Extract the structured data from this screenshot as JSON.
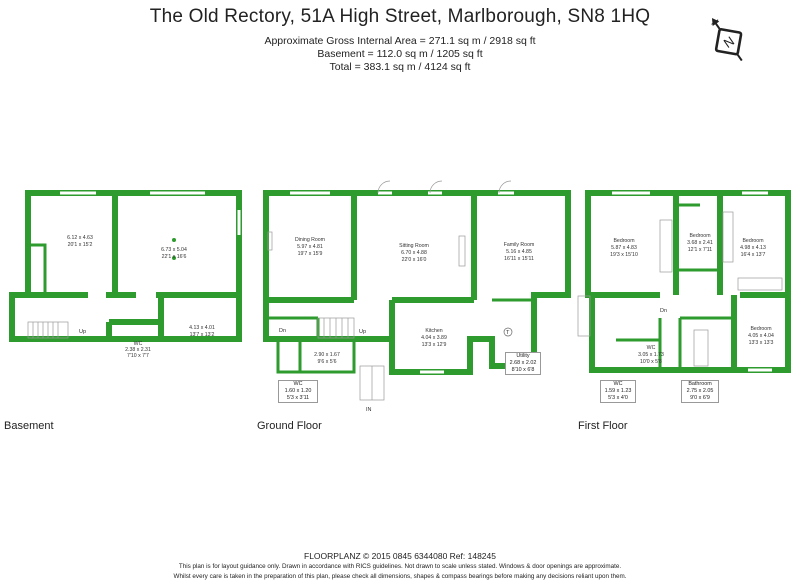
{
  "title": "The Old Rectory, 51A High Street, Marlborough, SN8 1HQ",
  "areas": {
    "gross": "Approximate Gross Internal Area = 271.1 sq m / 2918 sq ft",
    "basement": "Basement = 112.0 sq m / 1205 sq ft",
    "total": "Total = 383.1 sq m / 4124 sq ft"
  },
  "compass": {
    "letter": "N",
    "color": "#222222"
  },
  "floors": {
    "basement": "Basement",
    "ground": "Ground Floor",
    "first": "First Floor"
  },
  "colors": {
    "wall": "#2e9b2e"
  },
  "basement_rooms": {
    "r1": {
      "dims": "6.12 x 4.63",
      "imp": "20'1 x 15'2"
    },
    "r2": {
      "dims": "6.73 x 5.04",
      "imp": "22'1 x 16'6"
    },
    "r3": {
      "dims": "4.13 x 4.01",
      "imp": "13'7 x 13'2"
    },
    "wc": {
      "name": "WC",
      "dims": "2.38 x 2.31",
      "imp": "7'10 x 7'7"
    },
    "up": "Up"
  },
  "ground_rooms": {
    "dining": {
      "name": "Dining Room",
      "dims": "5.97 x 4.81",
      "imp": "19'7 x 15'9"
    },
    "sitting": {
      "name": "Sitting Room",
      "dims": "6.70 x 4.88",
      "imp": "22'0 x 16'0"
    },
    "family": {
      "name": "Family Room",
      "dims": "5.16 x 4.85",
      "imp": "16'11 x 15'11"
    },
    "kitchen": {
      "name": "Kitchen",
      "dims": "4.04 x 3.89",
      "imp": "13'3 x 12'9"
    },
    "hall": {
      "dims": "2.90 x 1.67",
      "imp": "9'6 x 5'6"
    },
    "wc": {
      "name": "WC",
      "dims": "1.60 x 1.20",
      "imp": "5'3 x 3'11"
    },
    "utility": {
      "name": "Utility",
      "dims": "2.68 x 2.02",
      "imp": "8'10 x 6'8"
    },
    "dn": "Dn",
    "up": "Up",
    "in": "IN",
    "t": "T"
  },
  "first_rooms": {
    "bed1": {
      "name": "Bedroom",
      "dims": "5.87 x 4.83",
      "imp": "19'3 x 15'10"
    },
    "bed2": {
      "name": "Bedroom",
      "dims": "3.68 x 2.41",
      "imp": "12'1 x 7'11"
    },
    "bed3": {
      "name": "Bedroom",
      "dims": "4.98 x 4.13",
      "imp": "16'4 x 13'7"
    },
    "bed4": {
      "name": "Bedroom",
      "dims": "4.05 x 4.04",
      "imp": "13'3 x 13'3"
    },
    "wc_upper": {
      "name": "WC",
      "dims": "3.05 x 1.73",
      "imp": "10'0 x 5'8"
    },
    "wc": {
      "name": "WC",
      "dims": "1.59 x 1.23",
      "imp": "5'3 x 4'0"
    },
    "bath": {
      "name": "Bathroom",
      "dims": "2.75 x 2.05",
      "imp": "9'0 x 6'9"
    },
    "dn": "Dn"
  },
  "footer": {
    "line1": "FLOORPLANZ © 2015    0845 6344080    Ref: 148245",
    "line2": "This plan is for layout guidance only. Drawn in accordance with RICS guidelines. Not drawn to scale unless stated. Windows & door openings are approximate.",
    "line3": "Whilst every care is taken in the preparation of this plan, please check all dimensions, shapes & compass bearings before making any decisions reliant upon them."
  }
}
